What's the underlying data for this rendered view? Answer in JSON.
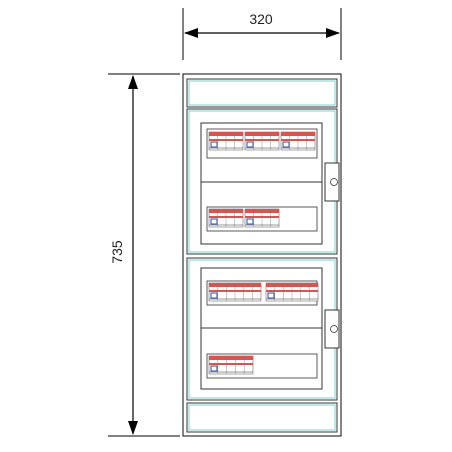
{
  "dimensions": {
    "width_label": "320",
    "height_label": "735"
  },
  "colors": {
    "outline": "#333333",
    "inner_frame": "#7fd3d3",
    "breaker_red": "#d9534f",
    "breaker_blue": "#2f4fa8",
    "dim_line": "#000000"
  },
  "cabinet": {
    "sections": [
      "top-cover",
      "upper-door",
      "lower-door",
      "bottom-cover"
    ],
    "upper_door": {
      "rows": [
        {
          "name": "upper-row-1",
          "breaker_groups": 3,
          "modules_per_group": 4
        },
        {
          "name": "upper-row-2",
          "breaker_groups": 2,
          "modules_per_group": 4
        }
      ]
    },
    "lower_door": {
      "rows": [
        {
          "name": "lower-row-1",
          "breaker_groups": 2,
          "modules_per_group": 6
        },
        {
          "name": "lower-row-2",
          "breaker_groups": 1,
          "modules_per_group": 5
        }
      ]
    }
  }
}
